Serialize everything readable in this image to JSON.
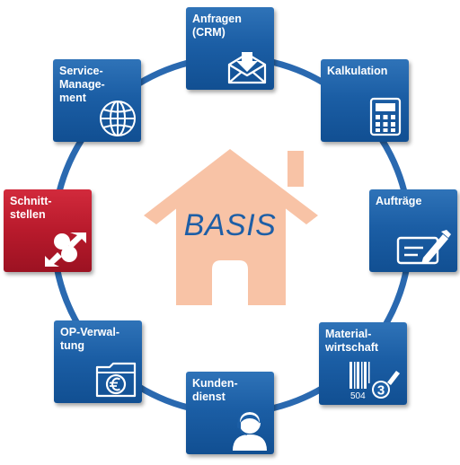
{
  "center": {
    "label": "BASIS"
  },
  "modules": {
    "anfragen": {
      "label": "Anfragen\n(CRM)"
    },
    "kalkulation": {
      "label": "Kalkulation"
    },
    "auftraege": {
      "label": "Aufträge"
    },
    "materialwirtschaft": {
      "label": "Material-\nwirtschaft",
      "icon_text_1": "504",
      "icon_text_2": "3"
    },
    "kundendienst": {
      "label": "Kunden-\ndienst"
    },
    "op_verwaltung": {
      "label": "OP-Verwal-\ntung"
    },
    "schnittstellen": {
      "label": "Schnitt-\nstellen"
    },
    "service_management": {
      "label": "Service-\nManage-\nment"
    }
  },
  "colors": {
    "tile_blue": "#1b5ea5",
    "tile_red": "#b81a2c",
    "ring": "#2a69b0",
    "house": "#f8c3a6",
    "basis_text": "#1d5ea6"
  }
}
